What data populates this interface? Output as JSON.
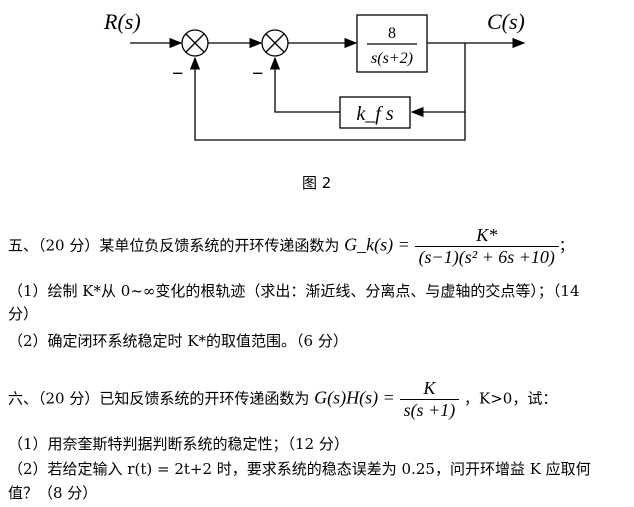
{
  "diagram": {
    "input": "R(s)",
    "output": "C(s)",
    "forward_num": "8",
    "forward_den": "s(s+2)",
    "feedback_block": "k_f s",
    "minus1": "−",
    "minus2": "−",
    "caption": "图 2"
  },
  "q5": {
    "prefix": "五、（20 分）某单位负反馈系统的开环传递函数为",
    "lhs": "G_k(s) =",
    "num": "K*",
    "den": "(s−1)(s² + 6s +10)",
    "suffix": "；",
    "p1": "（1）绘制 K*从 0~∞变化的根轨迹（求出：渐近线、分离点、与虚轴的交点等）；（14",
    "p1b": "分）",
    "p2": "（2）确定闭环系统稳定时 K*的取值范围。（6 分）"
  },
  "q6": {
    "prefix": "六、（20 分）已知反馈系统的开环传递函数为",
    "lhs": "G(s)H(s) =",
    "num": "K",
    "den": "s(s +1)",
    "suffix": "，K>0，试：",
    "p1": "（1）用奈奎斯特判据判断系统的稳定性；（12 分）",
    "p2": "（2）若给定输入 r(t) = 2t+2 时，要求系统的稳态误差为 0.25，问开环增益 K 应取何",
    "p2b": "值？（8 分）"
  }
}
